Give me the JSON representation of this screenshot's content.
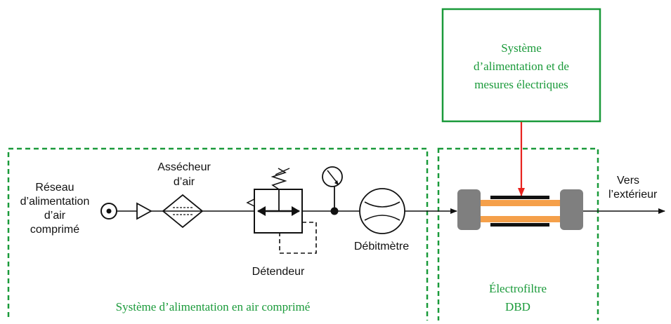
{
  "colors": {
    "green": "#1a9a3a",
    "red": "#e8231e",
    "orange": "#f5a04a",
    "gray": "#7f7f7f",
    "black": "#111111"
  },
  "elec_system": {
    "lines": [
      "Système",
      "d’alimentation et de",
      "mesures électriques"
    ]
  },
  "air_system": {
    "label": "Système d’alimentation en air comprimé"
  },
  "filter_box": {
    "lines": [
      "Électrofiltre",
      "DBD"
    ]
  },
  "components": {
    "reseau": {
      "lines": [
        "Réseau",
        "d’alimentation",
        "d’air",
        "comprimé"
      ]
    },
    "assecheur": {
      "lines": [
        "Assécheur",
        "d’air"
      ]
    },
    "detendeur": {
      "label": "Détendeur"
    },
    "debitmetre": {
      "label": "Débitmètre"
    },
    "outlet": {
      "lines": [
        "Vers",
        "l’extérieur"
      ]
    }
  }
}
